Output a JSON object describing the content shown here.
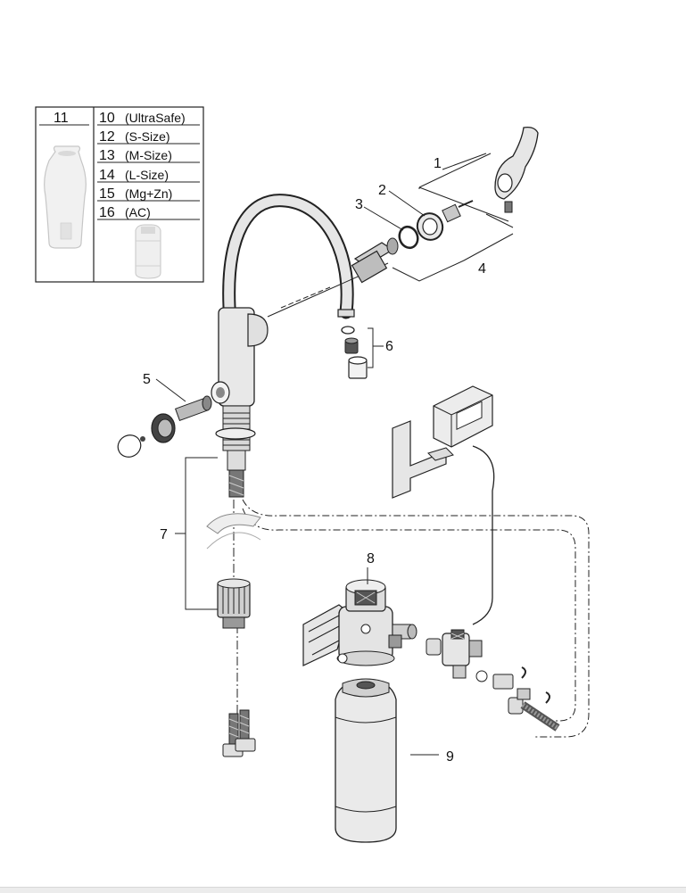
{
  "colors": {
    "line": "#222222",
    "part_fill": "#d9d9d9",
    "part_dark": "#7a7a7a",
    "background": "#ffffff"
  },
  "table": {
    "left_header": "11",
    "rows": [
      {
        "num": "10",
        "text": "(UltraSafe)"
      },
      {
        "num": "12",
        "text": "(S-Size)"
      },
      {
        "num": "13",
        "text": "(M-Size)"
      },
      {
        "num": "14",
        "text": "(L-Size)"
      },
      {
        "num": "15",
        "text": "(Mg+Zn)"
      },
      {
        "num": "16",
        "text": "(AC)"
      }
    ]
  },
  "callouts": {
    "c1": "1",
    "c2": "2",
    "c3": "3",
    "c4": "4",
    "c5": "5",
    "c6": "6",
    "c7": "7",
    "c8": "8",
    "c9": "9"
  }
}
